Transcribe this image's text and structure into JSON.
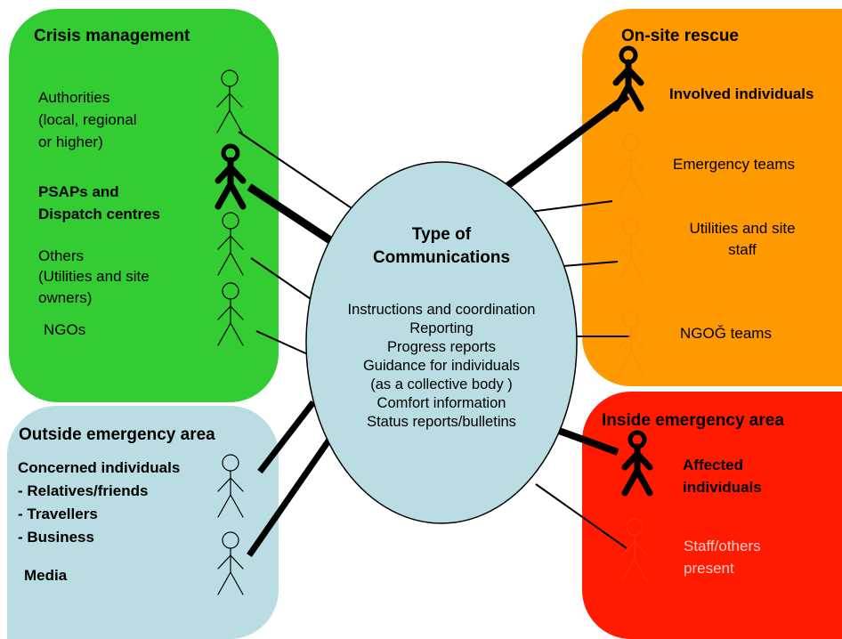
{
  "center": {
    "title_line1": "Type of",
    "title_line2": "Communications",
    "items": [
      "Instructions and coordination",
      "Reporting",
      "Progress reports",
      "Guidance for individuals",
      "(as a collective body )",
      "Comfort information",
      "Status reports/bulletins"
    ]
  },
  "crisis": {
    "title": "Crisis management",
    "authorities": [
      "Authorities",
      "(local, regional",
      "or higher)"
    ],
    "psaps": [
      "PSAPs and",
      "Dispatch centres"
    ],
    "others": [
      "Others",
      "(Utilities  and site",
      "owners)"
    ],
    "ngos": "NGOs",
    "color": "#33cc33"
  },
  "onsite": {
    "title": "On-site rescue",
    "involved": "Involved individuals",
    "emergency_teams": "Emergency teams",
    "utilities": [
      "Utilities and site",
      "staff"
    ],
    "ngo_teams": "NGOǦ teams",
    "color": "#ff9900"
  },
  "outside": {
    "title": "Outside emergency area",
    "concerned": "Concerned individuals",
    "sub": [
      "- Relatives/friends",
      "- Travellers",
      "- Business"
    ],
    "media": "Media",
    "color": "#b9dde2"
  },
  "inside": {
    "title": "Inside emergency area",
    "affected": [
      "Affected",
      "individuals"
    ],
    "staff": [
      "Staff/others",
      "present"
    ],
    "color": "#ff1a00"
  },
  "colors": {
    "ellipse": "#b9dde2",
    "thin_figure": "#000000",
    "orange_figure": "#ff9900",
    "red_figure": "#ff3300"
  }
}
